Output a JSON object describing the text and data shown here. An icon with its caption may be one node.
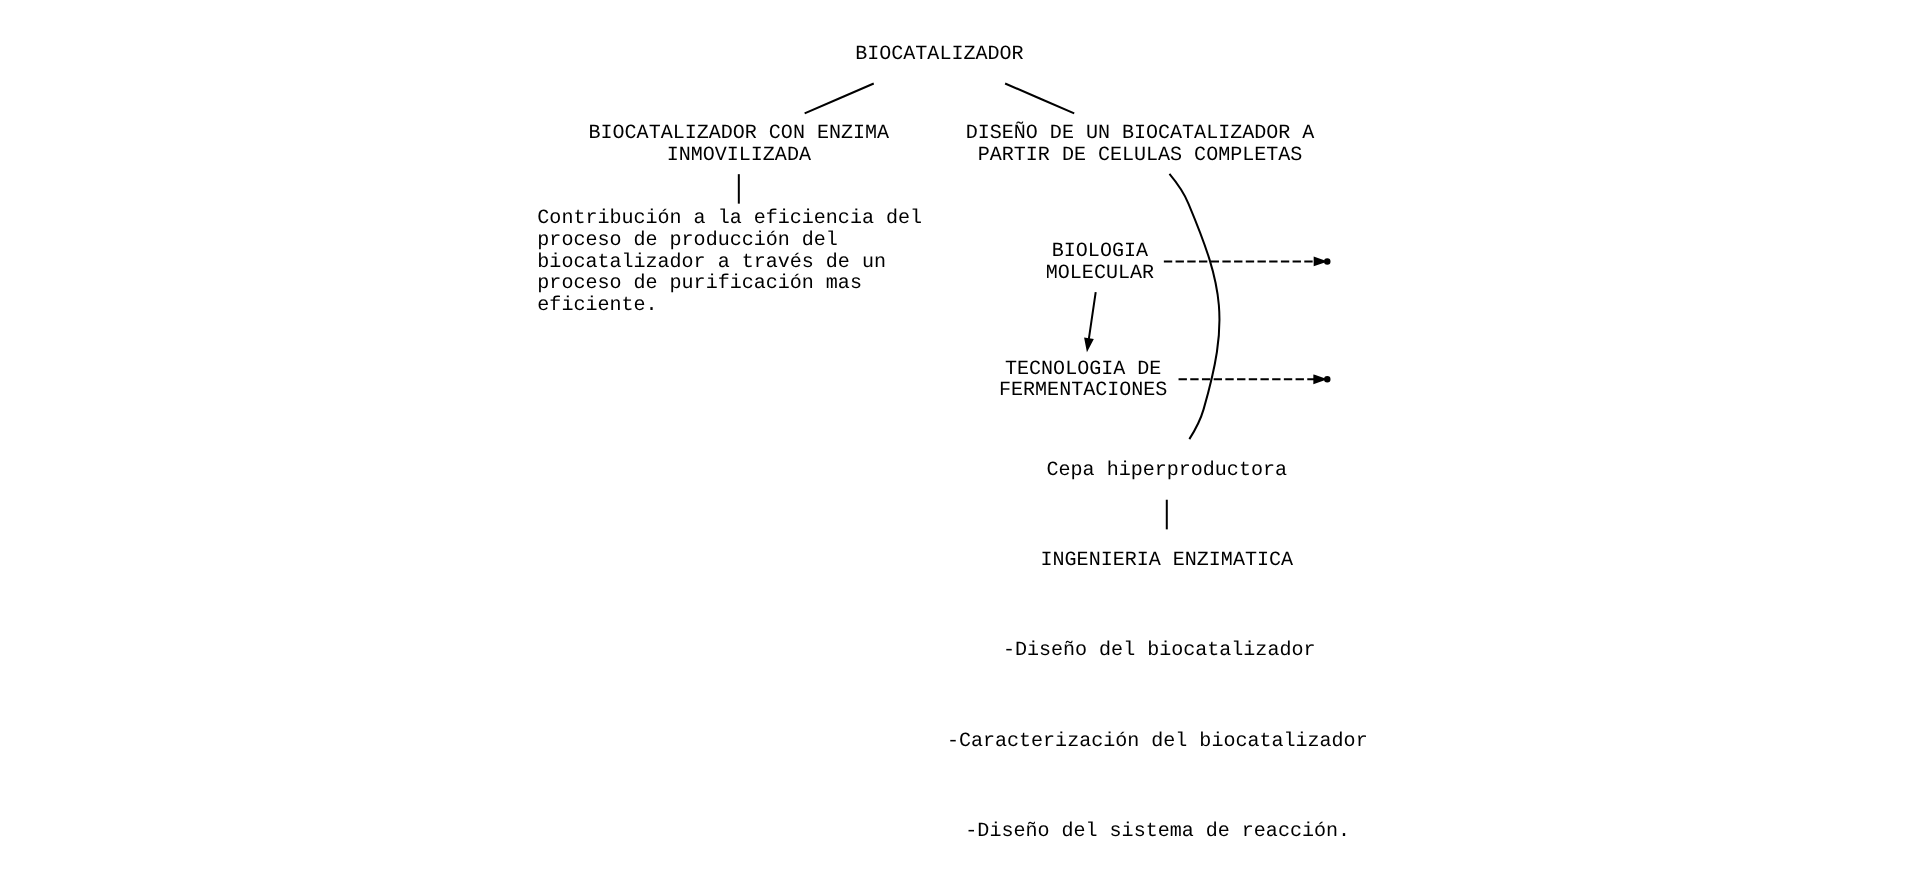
{
  "diagram": {
    "nodes": [
      {
        "text": [
          "BIOCATALIZADOR"
        ]
      },
      {
        "text": [
          "BIOCATALIZADOR CON ENZIMA INMOVILIZADA"
        ]
      },
      {
        "text": [
          "DISEÑO DE UN BIOCATALIZADOR A PARTIR DE CELULAS COMPLETAS"
        ]
      },
      {
        "text": [
          "Contribución a la eficiencia del proceso de producción del biocatalizador a través de un proceso de purificación mas eficiente."
        ]
      },
      {
        "text": [
          "BIOLOGIA MOLECULAR"
        ]
      },
      {
        "text": [
          "TECNOLOGIA DE FERMENTACIONES"
        ]
      },
      {
        "text": [
          "Cepa hiperproductora"
        ]
      },
      {
        "text": [
          "INGENIERIA ENZIMATICA"
        ]
      }
    ],
    "edges": [
      {
        "from": 0,
        "to": 1,
        "arrow": "none"
      },
      {
        "from": 0,
        "to": 2,
        "arrow": "none"
      },
      {
        "from": 1,
        "to": 3,
        "arrow": "none"
      },
      {
        "from": 2,
        "to": 6,
        "arrow": "none"
      },
      {
        "from": 4,
        "to": null,
        "arrow": "to",
        "style": "dashed"
      },
      {
        "from": 4,
        "to": 5,
        "arrow": "to"
      },
      {
        "from": 5,
        "to": null,
        "arrow": "to",
        "style": "dashed"
      },
      {
        "from": 6,
        "to": 7,
        "arrow": "none"
      }
    ],
    "labels": [
      "-Diseño del biocatalizador",
      "-Caracterización del biocatalizador",
      "-Diseño del sistema de reacción."
    ]
  }
}
